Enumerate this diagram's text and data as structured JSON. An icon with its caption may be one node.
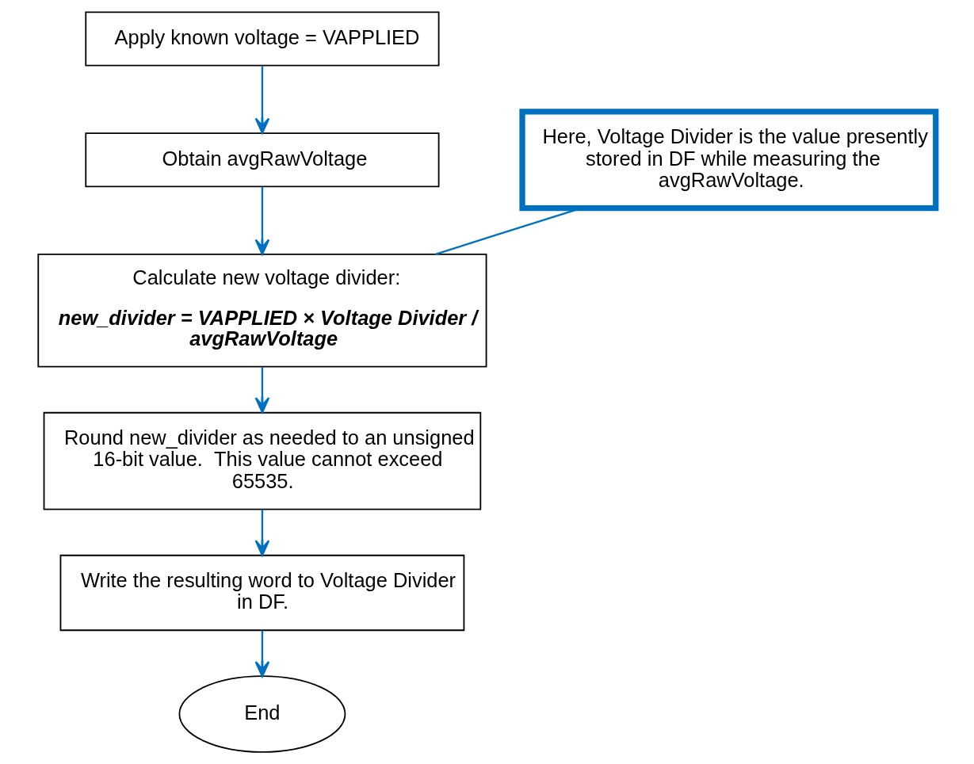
{
  "diagram": {
    "nodes": [
      {
        "text": [
          "Apply known voltage = VAPPLIED"
        ]
      },
      {
        "text": [
          "Obtain avgRawVoltage"
        ]
      },
      {
        "text": [
          "Calculate new voltage divider:",
          "new_divider = VAPPLIED × Voltage Divider / avgRawVoltage"
        ]
      },
      {
        "text": [
          "Round new_divider as needed to an unsigned 16-bit value.  This value cannot exceed 65535."
        ]
      },
      {
        "text": [
          "Write the resulting word to Voltage Divider in DF."
        ]
      },
      {
        "text": [
          "End"
        ]
      },
      {
        "text": [
          "Here, Voltage Divider is the value presently stored in DF while measuring the avgRawVoltage."
        ]
      }
    ],
    "edges": [
      {
        "from": 0,
        "to": 1,
        "arrow": "to"
      },
      {
        "from": 1,
        "to": 2,
        "arrow": "to"
      },
      {
        "from": 2,
        "to": 3,
        "arrow": "to"
      },
      {
        "from": 3,
        "to": 4,
        "arrow": "to"
      },
      {
        "from": 4,
        "to": 5,
        "arrow": "to"
      },
      {
        "from": 6,
        "to": 2,
        "arrow": "none"
      }
    ]
  }
}
